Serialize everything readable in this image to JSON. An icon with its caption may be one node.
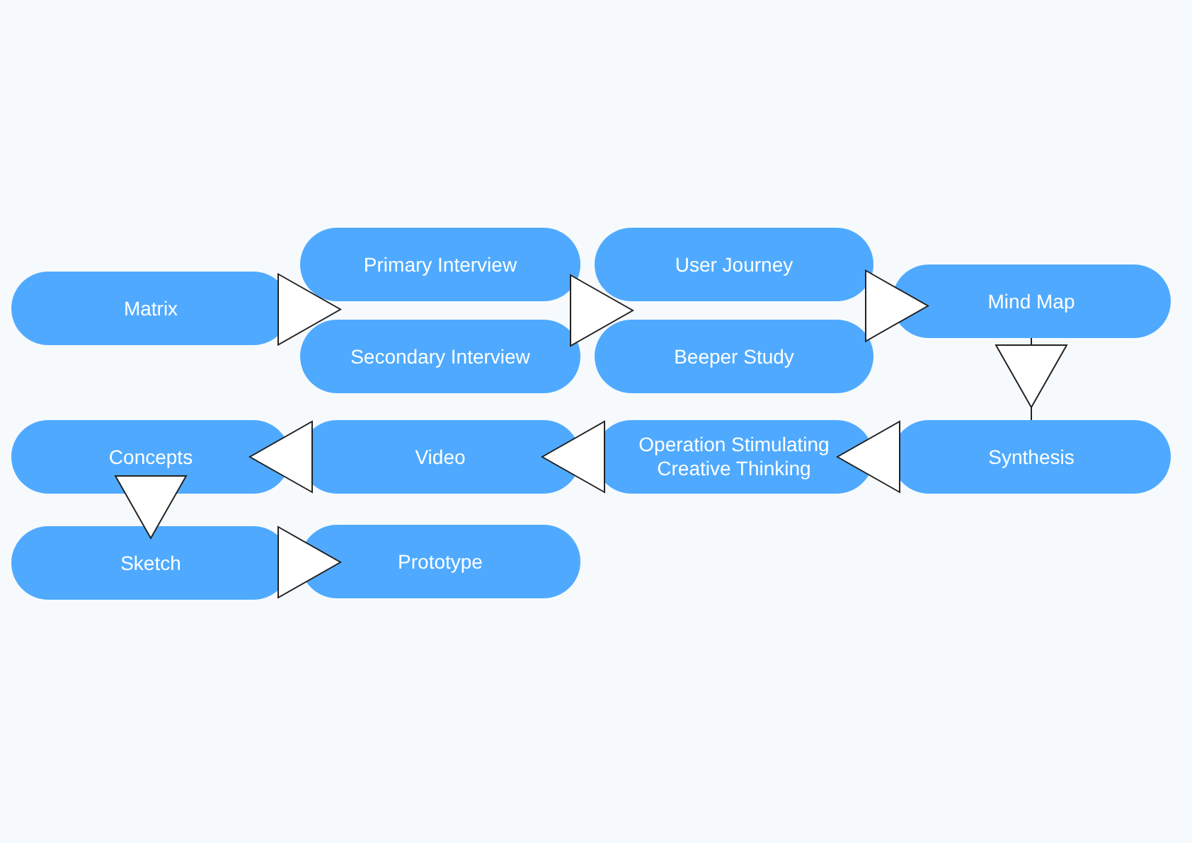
{
  "diagram": {
    "nodes": [
      {
        "text": [
          "Matrix"
        ]
      },
      {
        "text": [
          "Primary Interview"
        ]
      },
      {
        "text": [
          "Secondary Interview"
        ]
      },
      {
        "text": [
          "User Journey"
        ]
      },
      {
        "text": [
          "Beeper Study"
        ]
      },
      {
        "text": [
          "Mind Map"
        ]
      },
      {
        "text": [
          "Synthesis"
        ]
      },
      {
        "text": [
          "Operation Stimulating Creative Thinking"
        ]
      },
      {
        "text": [
          "Video"
        ]
      },
      {
        "text": [
          "Concepts"
        ]
      },
      {
        "text": [
          "Sketch"
        ]
      },
      {
        "text": [
          "Prototype"
        ]
      }
    ],
    "edges": [
      {
        "from": 0,
        "to": 1,
        "arrow": "to"
      },
      {
        "from": 0,
        "to": 2,
        "arrow": "to"
      },
      {
        "from": 1,
        "to": 3,
        "arrow": "to"
      },
      {
        "from": 1,
        "to": 4,
        "arrow": "to"
      },
      {
        "from": 2,
        "to": 3,
        "arrow": "to"
      },
      {
        "from": 2,
        "to": 4,
        "arrow": "to"
      },
      {
        "from": 3,
        "to": 5,
        "arrow": "to"
      },
      {
        "from": 4,
        "to": 5,
        "arrow": "to"
      },
      {
        "from": 5,
        "to": 6,
        "arrow": "to"
      },
      {
        "from": 6,
        "to": 7,
        "arrow": "to"
      },
      {
        "from": 7,
        "to": 8,
        "arrow": "to"
      },
      {
        "from": 8,
        "to": 9,
        "arrow": "to"
      },
      {
        "from": 9,
        "to": 10,
        "arrow": "to"
      },
      {
        "from": 10,
        "to": 11,
        "arrow": "to"
      }
    ]
  }
}
